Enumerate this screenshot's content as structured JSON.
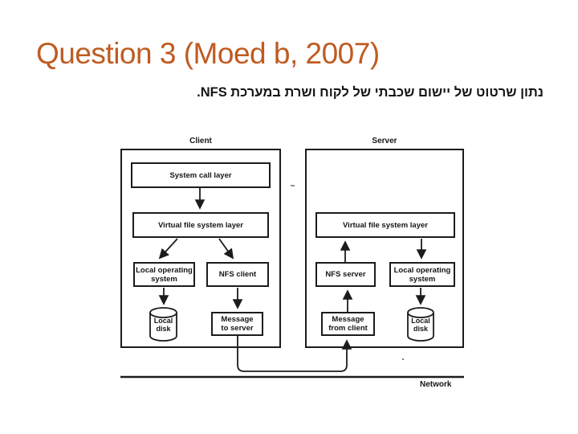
{
  "slide": {
    "title": "Question 3 (Moed b, 2007)",
    "subtitle_hebrew": "נתון שרטוט של יישום שכבתי של לקוח ושרת במערכת NFS."
  },
  "colors": {
    "title": "#BF5B21",
    "ink": "#151515",
    "background": "#ffffff",
    "diagram_line": "#1c1c1c"
  },
  "diagram": {
    "client": {
      "label": "Client",
      "system_call_layer": "System call layer",
      "vfs_layer": "Virtual file system layer",
      "local_os_line1": "Local operating",
      "local_os_line2": "system",
      "nfs_client": "NFS client",
      "message_line1": "Message",
      "message_line2": "to server",
      "disk_line1": "Local",
      "disk_line2": "disk"
    },
    "server": {
      "label": "Server",
      "vfs_layer": "Virtual file system layer",
      "nfs_server": "NFS server",
      "local_os_line1": "Local operating",
      "local_os_line2": "system",
      "message_line1": "Message",
      "message_line2": "from client",
      "disk_line1": "Local",
      "disk_line2": "disk"
    },
    "network_label": "Network"
  }
}
